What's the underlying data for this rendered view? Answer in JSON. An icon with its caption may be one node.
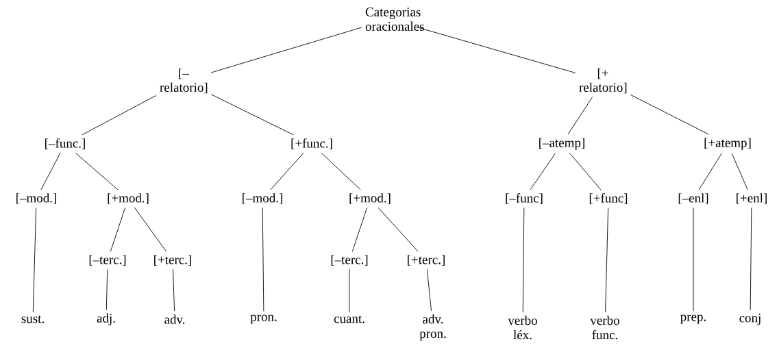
{
  "diagram": {
    "nodes": [
      {
        "text": [
          "Categorias oracionales"
        ]
      },
      {
        "text": [
          "[–relatorio]"
        ]
      },
      {
        "text": [
          "[+ relatorio]"
        ]
      },
      {
        "text": [
          "[–func.]"
        ]
      },
      {
        "text": [
          "[+func.]"
        ]
      },
      {
        "text": [
          "[–atemp]"
        ]
      },
      {
        "text": [
          "[+atemp]"
        ]
      },
      {
        "text": [
          "[–mod.]"
        ]
      },
      {
        "text": [
          "[+mod.]"
        ]
      },
      {
        "text": [
          "[–mod.]"
        ]
      },
      {
        "text": [
          "[+mod.]"
        ]
      },
      {
        "text": [
          "[–func]"
        ]
      },
      {
        "text": [
          "[+func]"
        ]
      },
      {
        "text": [
          "[–enl]"
        ]
      },
      {
        "text": [
          "[+enl]"
        ]
      },
      {
        "text": [
          "[–terc.]"
        ]
      },
      {
        "text": [
          "[+terc.]"
        ]
      },
      {
        "text": [
          "[–terc.]"
        ]
      },
      {
        "text": [
          "[+terc.]"
        ]
      },
      {
        "text": [
          "sust."
        ]
      },
      {
        "text": [
          "adj."
        ]
      },
      {
        "text": [
          "adv."
        ]
      },
      {
        "text": [
          "pron."
        ]
      },
      {
        "text": [
          "cuant."
        ]
      },
      {
        "text": [
          "adv. pron."
        ]
      },
      {
        "text": [
          "verbo léx."
        ]
      },
      {
        "text": [
          "verbo func."
        ]
      },
      {
        "text": [
          "prep."
        ]
      },
      {
        "text": [
          "conj"
        ]
      }
    ],
    "edges": [
      {
        "from": 0,
        "to": 1,
        "arrow": "none"
      },
      {
        "from": 0,
        "to": 2,
        "arrow": "none"
      },
      {
        "from": 1,
        "to": 3,
        "arrow": "none"
      },
      {
        "from": 1,
        "to": 4,
        "arrow": "none"
      },
      {
        "from": 2,
        "to": 5,
        "arrow": "none"
      },
      {
        "from": 2,
        "to": 6,
        "arrow": "none"
      },
      {
        "from": 3,
        "to": 7,
        "arrow": "none"
      },
      {
        "from": 3,
        "to": 8,
        "arrow": "none"
      },
      {
        "from": 4,
        "to": 9,
        "arrow": "none"
      },
      {
        "from": 4,
        "to": 10,
        "arrow": "none"
      },
      {
        "from": 5,
        "to": 11,
        "arrow": "none"
      },
      {
        "from": 5,
        "to": 12,
        "arrow": "none"
      },
      {
        "from": 6,
        "to": 13,
        "arrow": "none"
      },
      {
        "from": 6,
        "to": 14,
        "arrow": "none"
      },
      {
        "from": 8,
        "to": 15,
        "arrow": "none"
      },
      {
        "from": 8,
        "to": 16,
        "arrow": "none"
      },
      {
        "from": 10,
        "to": 17,
        "arrow": "none"
      },
      {
        "from": 10,
        "to": 18,
        "arrow": "none"
      },
      {
        "from": 7,
        "to": 19,
        "arrow": "none"
      },
      {
        "from": 15,
        "to": 20,
        "arrow": "none"
      },
      {
        "from": 16,
        "to": 21,
        "arrow": "none"
      },
      {
        "from": 9,
        "to": 22,
        "arrow": "none"
      },
      {
        "from": 17,
        "to": 23,
        "arrow": "none"
      },
      {
        "from": 18,
        "to": 24,
        "arrow": "none"
      },
      {
        "from": 11,
        "to": 25,
        "arrow": "none"
      },
      {
        "from": 12,
        "to": 26,
        "arrow": "none"
      },
      {
        "from": 13,
        "to": 27,
        "arrow": "none"
      },
      {
        "from": 14,
        "to": 28,
        "arrow": "none"
      }
    ]
  }
}
